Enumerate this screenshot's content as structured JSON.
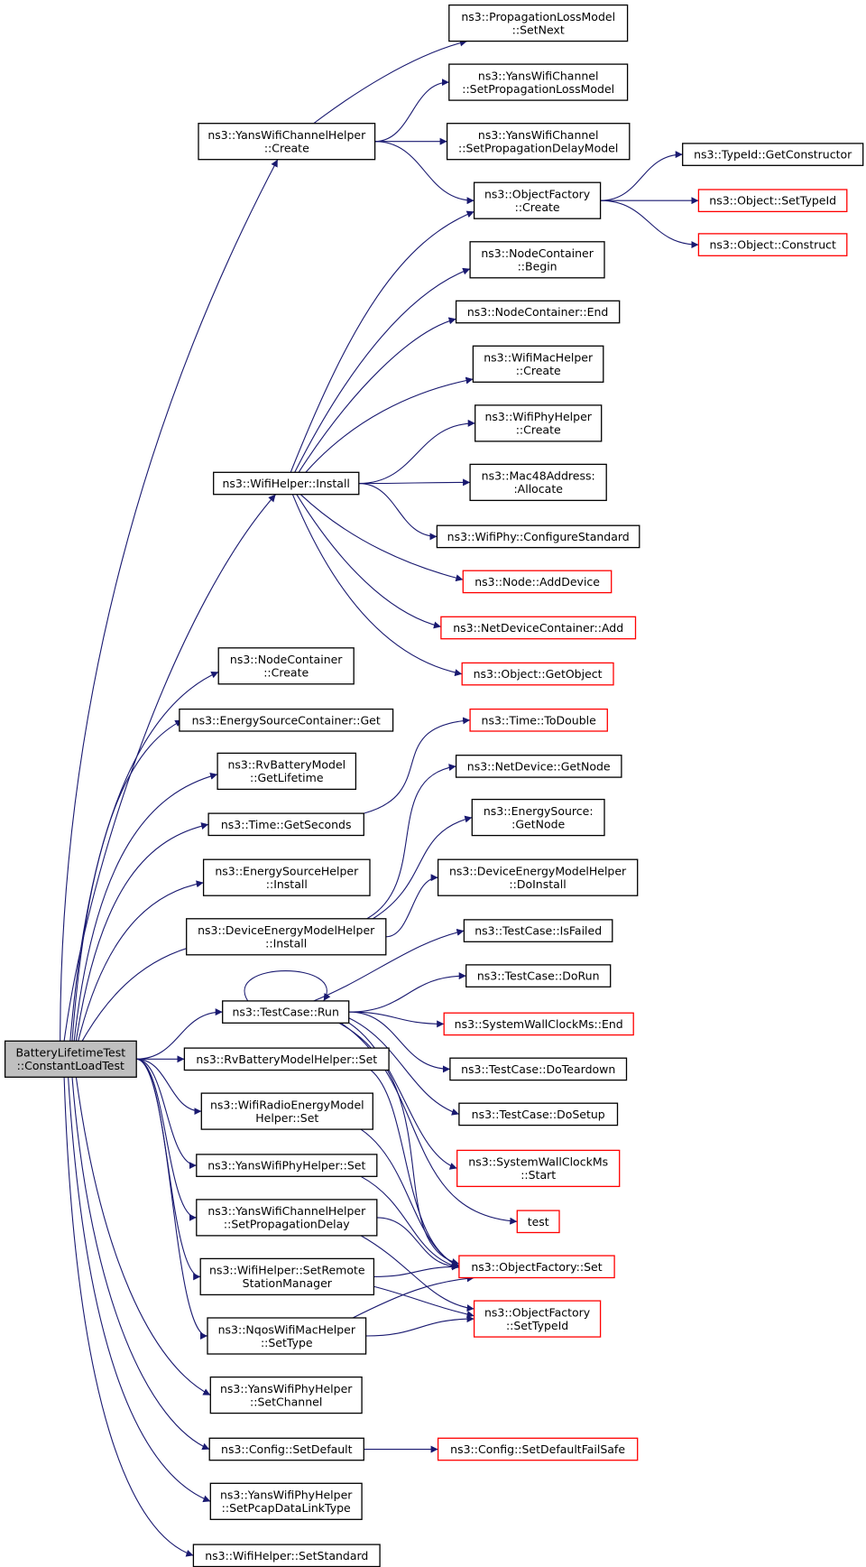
{
  "colors": {
    "edge": "#191970",
    "node_border": "#000000",
    "node_border_missing": "#ff0000",
    "root_fill": "#bfbfbf",
    "background": "#ffffff"
  },
  "nodes": [
    {
      "id": "root",
      "lines": [
        "BatteryLifetimeTest",
        "::ConstantLoadTest"
      ],
      "border": "black",
      "root": true
    },
    {
      "id": "yanswifichannelhelper-create",
      "lines": [
        "ns3::YansWifiChannelHelper",
        "::Create"
      ],
      "border": "black"
    },
    {
      "id": "propagationlossmodel-setnext",
      "lines": [
        "ns3::PropagationLossModel",
        "::SetNext"
      ],
      "border": "black"
    },
    {
      "id": "yanswifichannel-setpropagationlossmodel",
      "lines": [
        "ns3::YansWifiChannel",
        "::SetPropagationLossModel"
      ],
      "border": "black"
    },
    {
      "id": "yanswifichannel-setpropagationdelaymodel",
      "lines": [
        "ns3::YansWifiChannel",
        "::SetPropagationDelayModel"
      ],
      "border": "black"
    },
    {
      "id": "typeid-getconstructor",
      "lines": [
        "ns3::TypeId::GetConstructor"
      ],
      "border": "black"
    },
    {
      "id": "objectfactory-create",
      "lines": [
        "ns3::ObjectFactory",
        "::Create"
      ],
      "border": "black"
    },
    {
      "id": "object-settypeid",
      "lines": [
        "ns3::Object::SetTypeId"
      ],
      "border": "red"
    },
    {
      "id": "object-construct",
      "lines": [
        "ns3::Object::Construct"
      ],
      "border": "red"
    },
    {
      "id": "nodecontainer-begin",
      "lines": [
        "ns3::NodeContainer",
        "::Begin"
      ],
      "border": "black"
    },
    {
      "id": "nodecontainer-end",
      "lines": [
        "ns3::NodeContainer::End"
      ],
      "border": "black"
    },
    {
      "id": "wifimachelper-create",
      "lines": [
        "ns3::WifiMacHelper",
        "::Create"
      ],
      "border": "black"
    },
    {
      "id": "wifiphyhelper-create",
      "lines": [
        "ns3::WifiPhyHelper",
        "::Create"
      ],
      "border": "black"
    },
    {
      "id": "wifihelper-install",
      "lines": [
        "ns3::WifiHelper::Install"
      ],
      "border": "black"
    },
    {
      "id": "mac48address-allocate",
      "lines": [
        "ns3::Mac48Address:",
        ":Allocate"
      ],
      "border": "black"
    },
    {
      "id": "wifiphy-configurestandard",
      "lines": [
        "ns3::WifiPhy::ConfigureStandard"
      ],
      "border": "black"
    },
    {
      "id": "node-adddevice",
      "lines": [
        "ns3::Node::AddDevice"
      ],
      "border": "red"
    },
    {
      "id": "netdevicecontainer-add",
      "lines": [
        "ns3::NetDeviceContainer::Add"
      ],
      "border": "red"
    },
    {
      "id": "object-getobject",
      "lines": [
        "ns3::Object::GetObject"
      ],
      "border": "red"
    },
    {
      "id": "nodecontainer-create",
      "lines": [
        "ns3::NodeContainer",
        "::Create"
      ],
      "border": "black"
    },
    {
      "id": "energysourcecontainer-get",
      "lines": [
        "ns3::EnergySourceContainer::Get"
      ],
      "border": "black"
    },
    {
      "id": "time-todouble",
      "lines": [
        "ns3::Time::ToDouble"
      ],
      "border": "red"
    },
    {
      "id": "rvbatterymodel-getlifetime",
      "lines": [
        "ns3::RvBatteryModel",
        "::GetLifetime"
      ],
      "border": "black"
    },
    {
      "id": "netdevice-getnode",
      "lines": [
        "ns3::NetDevice::GetNode"
      ],
      "border": "black"
    },
    {
      "id": "time-getseconds",
      "lines": [
        "ns3::Time::GetSeconds"
      ],
      "border": "black"
    },
    {
      "id": "energysource-getnode",
      "lines": [
        "ns3::EnergySource:",
        ":GetNode"
      ],
      "border": "black"
    },
    {
      "id": "energysourcehelper-install",
      "lines": [
        "ns3::EnergySourceHelper",
        "::Install"
      ],
      "border": "black"
    },
    {
      "id": "deviceenergymodelhelper-doinstall",
      "lines": [
        "ns3::DeviceEnergyModelHelper",
        "::DoInstall"
      ],
      "border": "black"
    },
    {
      "id": "deviceenergymodelhelper-install",
      "lines": [
        "ns3::DeviceEnergyModelHelper",
        "::Install"
      ],
      "border": "black"
    },
    {
      "id": "testcase-isfailed",
      "lines": [
        "ns3::TestCase::IsFailed"
      ],
      "border": "black"
    },
    {
      "id": "testcase-dorun",
      "lines": [
        "ns3::TestCase::DoRun"
      ],
      "border": "black"
    },
    {
      "id": "testcase-run",
      "lines": [
        "ns3::TestCase::Run"
      ],
      "border": "black"
    },
    {
      "id": "systemwallclockms-end",
      "lines": [
        "ns3::SystemWallClockMs::End"
      ],
      "border": "red"
    },
    {
      "id": "rvbatterymodelhelper-set",
      "lines": [
        "ns3::RvBatteryModelHelper::Set"
      ],
      "border": "black"
    },
    {
      "id": "testcase-doteardown",
      "lines": [
        "ns3::TestCase::DoTeardown"
      ],
      "border": "black"
    },
    {
      "id": "wifiradioenergymodelhelper-set",
      "lines": [
        "ns3::WifiRadioEnergyModel",
        "Helper::Set"
      ],
      "border": "black"
    },
    {
      "id": "testcase-dosetup",
      "lines": [
        "ns3::TestCase::DoSetup"
      ],
      "border": "black"
    },
    {
      "id": "yanswifiphyhelper-set",
      "lines": [
        "ns3::YansWifiPhyHelper::Set"
      ],
      "border": "black"
    },
    {
      "id": "systemwallclockms-start",
      "lines": [
        "ns3::SystemWallClockMs",
        "::Start"
      ],
      "border": "red"
    },
    {
      "id": "yanswifichannelhelper-setpropagationdelay",
      "lines": [
        "ns3::YansWifiChannelHelper",
        "::SetPropagationDelay"
      ],
      "border": "black"
    },
    {
      "id": "test",
      "lines": [
        "test"
      ],
      "border": "red"
    },
    {
      "id": "objectfactory-set",
      "lines": [
        "ns3::ObjectFactory::Set"
      ],
      "border": "red"
    },
    {
      "id": "wifihelper-setremotestationmanager",
      "lines": [
        "ns3::WifiHelper::SetRemote",
        "StationManager"
      ],
      "border": "black"
    },
    {
      "id": "objectfactory-settypeid",
      "lines": [
        "ns3::ObjectFactory",
        "::SetTypeId"
      ],
      "border": "red"
    },
    {
      "id": "nqoswifimachelper-settype",
      "lines": [
        "ns3::NqosWifiMacHelper",
        "::SetType"
      ],
      "border": "black"
    },
    {
      "id": "yanswifiphyhelper-setchannel",
      "lines": [
        "ns3::YansWifiPhyHelper",
        "::SetChannel"
      ],
      "border": "black"
    },
    {
      "id": "config-setdefault",
      "lines": [
        "ns3::Config::SetDefault"
      ],
      "border": "black"
    },
    {
      "id": "config-setdefaultfailsafe",
      "lines": [
        "ns3::Config::SetDefaultFailSafe"
      ],
      "border": "red"
    },
    {
      "id": "yanswifiphyhelper-setpcapdatalinktype",
      "lines": [
        "ns3::YansWifiPhyHelper",
        "::SetPcapDataLinkType"
      ],
      "border": "black"
    },
    {
      "id": "wifihelper-setstandard",
      "lines": [
        "ns3::WifiHelper::SetStandard"
      ],
      "border": "black"
    }
  ],
  "edges": [
    [
      "root",
      "yanswifichannelhelper-create"
    ],
    [
      "root",
      "wifihelper-install"
    ],
    [
      "root",
      "nodecontainer-create"
    ],
    [
      "root",
      "energysourcecontainer-get"
    ],
    [
      "root",
      "rvbatterymodel-getlifetime"
    ],
    [
      "root",
      "time-getseconds"
    ],
    [
      "root",
      "energysourcehelper-install"
    ],
    [
      "root",
      "deviceenergymodelhelper-install"
    ],
    [
      "root",
      "testcase-run"
    ],
    [
      "root",
      "rvbatterymodelhelper-set"
    ],
    [
      "root",
      "wifiradioenergymodelhelper-set"
    ],
    [
      "root",
      "yanswifiphyhelper-set"
    ],
    [
      "root",
      "yanswifichannelhelper-setpropagationdelay"
    ],
    [
      "root",
      "wifihelper-setremotestationmanager"
    ],
    [
      "root",
      "nqoswifimachelper-settype"
    ],
    [
      "root",
      "yanswifiphyhelper-setchannel"
    ],
    [
      "root",
      "config-setdefault"
    ],
    [
      "root",
      "yanswifiphyhelper-setpcapdatalinktype"
    ],
    [
      "root",
      "wifihelper-setstandard"
    ],
    [
      "yanswifichannelhelper-create",
      "propagationlossmodel-setnext"
    ],
    [
      "yanswifichannelhelper-create",
      "yanswifichannel-setpropagationlossmodel"
    ],
    [
      "yanswifichannelhelper-create",
      "yanswifichannel-setpropagationdelaymodel"
    ],
    [
      "yanswifichannelhelper-create",
      "objectfactory-create"
    ],
    [
      "objectfactory-create",
      "typeid-getconstructor"
    ],
    [
      "objectfactory-create",
      "object-settypeid"
    ],
    [
      "objectfactory-create",
      "object-construct"
    ],
    [
      "wifihelper-install",
      "objectfactory-create"
    ],
    [
      "wifihelper-install",
      "nodecontainer-begin"
    ],
    [
      "wifihelper-install",
      "nodecontainer-end"
    ],
    [
      "wifihelper-install",
      "wifimachelper-create"
    ],
    [
      "wifihelper-install",
      "wifiphyhelper-create"
    ],
    [
      "wifihelper-install",
      "mac48address-allocate"
    ],
    [
      "wifihelper-install",
      "wifiphy-configurestandard"
    ],
    [
      "wifihelper-install",
      "node-adddevice"
    ],
    [
      "wifihelper-install",
      "netdevicecontainer-add"
    ],
    [
      "wifihelper-install",
      "object-getobject"
    ],
    [
      "time-getseconds",
      "time-todouble"
    ],
    [
      "deviceenergymodelhelper-install",
      "netdevice-getnode"
    ],
    [
      "deviceenergymodelhelper-install",
      "energysource-getnode"
    ],
    [
      "deviceenergymodelhelper-install",
      "deviceenergymodelhelper-doinstall"
    ],
    [
      "testcase-run",
      "testcase-run"
    ],
    [
      "testcase-run",
      "testcase-isfailed"
    ],
    [
      "testcase-run",
      "testcase-dorun"
    ],
    [
      "testcase-run",
      "systemwallclockms-end"
    ],
    [
      "testcase-run",
      "testcase-doteardown"
    ],
    [
      "testcase-run",
      "testcase-dosetup"
    ],
    [
      "testcase-run",
      "systemwallclockms-start"
    ],
    [
      "testcase-run",
      "test"
    ],
    [
      "testcase-run",
      "objectfactory-set"
    ],
    [
      "rvbatterymodelhelper-set",
      "objectfactory-set"
    ],
    [
      "wifiradioenergymodelhelper-set",
      "objectfactory-set"
    ],
    [
      "yanswifiphyhelper-set",
      "objectfactory-set"
    ],
    [
      "yanswifichannelhelper-setpropagationdelay",
      "objectfactory-set"
    ],
    [
      "yanswifichannelhelper-setpropagationdelay",
      "objectfactory-settypeid"
    ],
    [
      "wifihelper-setremotestationmanager",
      "objectfactory-set"
    ],
    [
      "wifihelper-setremotestationmanager",
      "objectfactory-settypeid"
    ],
    [
      "nqoswifimachelper-settype",
      "objectfactory-set"
    ],
    [
      "nqoswifimachelper-settype",
      "objectfactory-settypeid"
    ],
    [
      "config-setdefault",
      "config-setdefaultfailsafe"
    ]
  ]
}
